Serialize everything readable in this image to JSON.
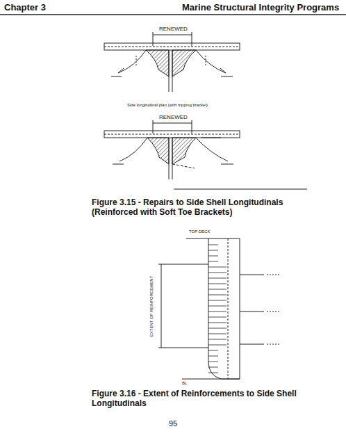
{
  "diagram": {
    "labels": [
      "Chapter 3",
      "Marine Structural Integrity Programs",
      "RENEWED",
      "Side longitudinal plan (with tripping bracket)",
      "RENEWED",
      "Figure 3.15 - Repairs to Side Shell Longitudinals (Reinforced with Soft Toe Brackets)",
      "TOP DECK",
      "EXTENT OF REINFORCEMENT",
      "BL",
      "Figure 3.16 - Extent of Reinforcements to Side Shell Longitudinals",
      "95"
    ]
  }
}
